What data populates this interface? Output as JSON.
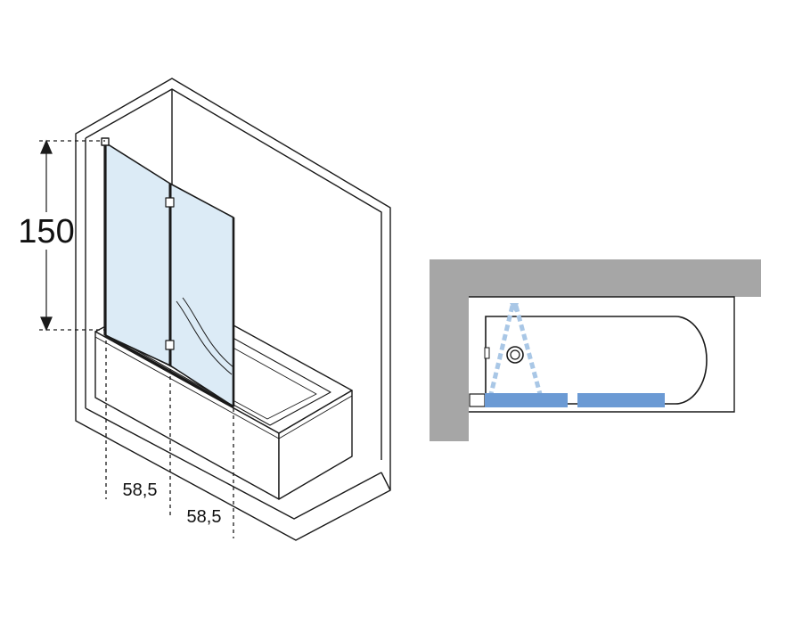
{
  "dimensions": {
    "height": "150",
    "panel_width_1": "58,5",
    "panel_width_2": "58,5"
  },
  "colors": {
    "wall_gray": "#a6a6a6",
    "glass": "#dcebf6",
    "screen_blue": "#6b9ad4",
    "spray_blue": "#a9c7e6",
    "line": "#1a1a1a"
  },
  "icons": [
    "shower-spray-icon",
    "drain-icon"
  ]
}
